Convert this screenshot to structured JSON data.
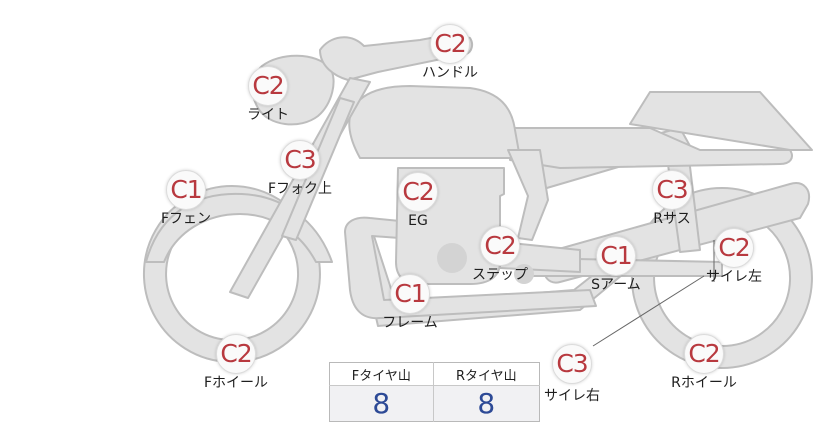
{
  "parts": [
    {
      "grade": "C2",
      "label": "ハンドル"
    },
    {
      "grade": "C2",
      "label": "ライト"
    },
    {
      "grade": "C3",
      "label": "Fフォク上"
    },
    {
      "grade": "C1",
      "label": "Fフェン"
    },
    {
      "grade": "C2",
      "label": "EG"
    },
    {
      "grade": "C2",
      "label": "ステップ"
    },
    {
      "grade": "C1",
      "label": "フレーム"
    },
    {
      "grade": "C1",
      "label": "Sアーム"
    },
    {
      "grade": "C3",
      "label": "Rサス"
    },
    {
      "grade": "C2",
      "label": "サイレ左"
    },
    {
      "grade": "C3",
      "label": "サイレ右"
    },
    {
      "grade": "C2",
      "label": "Fホイール"
    },
    {
      "grade": "C2",
      "label": "Rホイール"
    }
  ],
  "tires": {
    "front": {
      "header": "Fタイヤ山",
      "value": "8"
    },
    "rear": {
      "header": "Rタイヤ山",
      "value": "8"
    }
  },
  "colors": {
    "grade_text": "#b8393f",
    "value_text": "#2d4a96",
    "bike_fill": "#e3e3e3",
    "bike_stroke": "#bdbdbd"
  }
}
